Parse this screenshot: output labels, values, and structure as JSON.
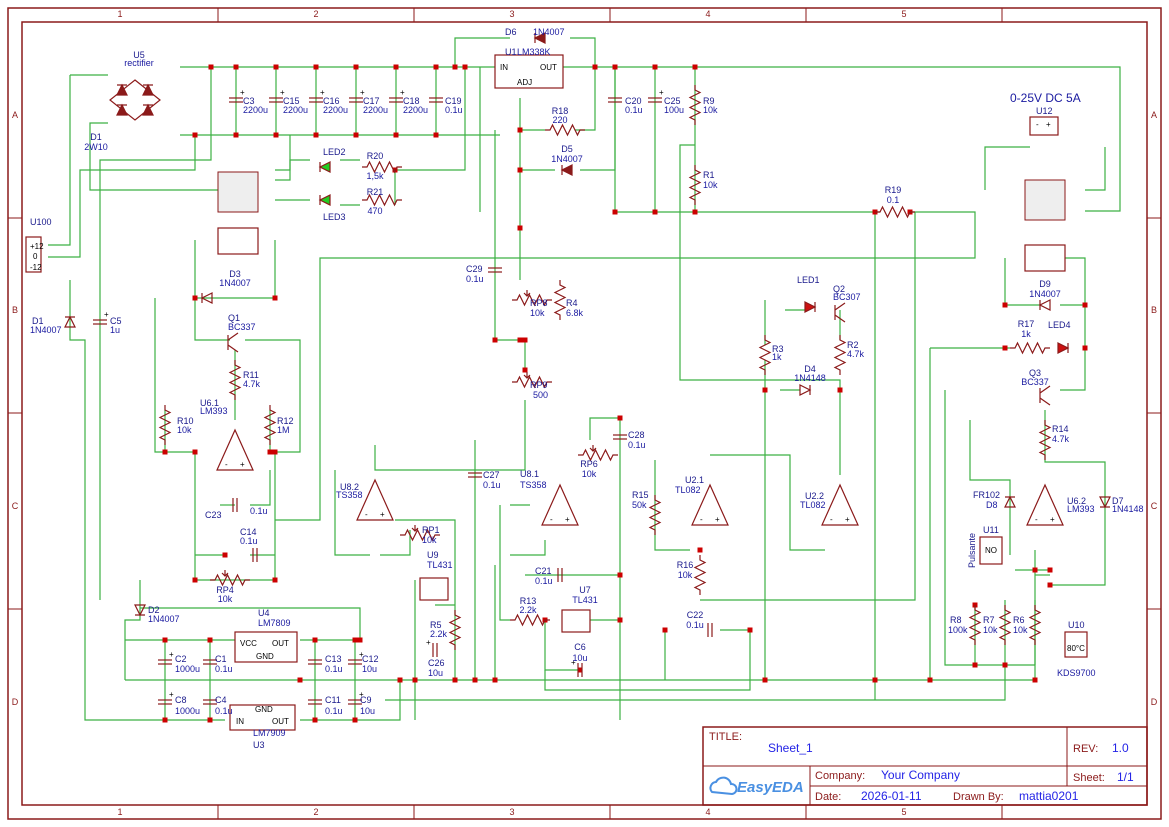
{
  "frame": {
    "columns": [
      "1",
      "2",
      "3",
      "4",
      "5"
    ],
    "rows": [
      "A",
      "B",
      "C",
      "D"
    ]
  },
  "title_block": {
    "title_key": "TITLE:",
    "title": "Sheet_1",
    "rev_key": "REV:",
    "rev": "1.0",
    "company_key": "Company:",
    "company": "Your Company",
    "sheet_key": "Sheet:",
    "sheet": "1/1",
    "date_key": "Date:",
    "date": "2026-01-11",
    "drawn_key": "Drawn By:",
    "drawn_by": "mattia0201",
    "logo_text": "EasyEDA"
  },
  "note": "0-25V DC 5A",
  "colors": {
    "wire": "#3cb043",
    "part": "#8b1a1a",
    "junction": "#cc0000",
    "text": "#1a1aa0",
    "led": "#22cc22"
  },
  "components": [
    {
      "ref": "U5",
      "value": "rectifier"
    },
    {
      "ref": "D1",
      "value": "2W10"
    },
    {
      "ref": "C3",
      "value": "2200u"
    },
    {
      "ref": "C15",
      "value": "2200u"
    },
    {
      "ref": "C16",
      "value": "2200u"
    },
    {
      "ref": "C17",
      "value": "2200u"
    },
    {
      "ref": "C18",
      "value": "2200u"
    },
    {
      "ref": "C19",
      "value": "0.1u"
    },
    {
      "ref": "D6",
      "value": "1N4007"
    },
    {
      "ref": "U1",
      "value": "LM338K"
    },
    {
      "ref": "R18",
      "value": "220"
    },
    {
      "ref": "D5",
      "value": "1N4007"
    },
    {
      "ref": "C20",
      "value": "0.1u"
    },
    {
      "ref": "C25",
      "value": "100u"
    },
    {
      "ref": "R9",
      "value": "10k"
    },
    {
      "ref": "R1",
      "value": "10k"
    },
    {
      "ref": "LED2",
      "value": ""
    },
    {
      "ref": "R20",
      "value": "1,5k"
    },
    {
      "ref": "R21",
      "value": "470"
    },
    {
      "ref": "LED3",
      "value": ""
    },
    {
      "ref": "U100",
      "value": ""
    },
    {
      "ref": "D1",
      "value": "1N4007"
    },
    {
      "ref": "C5",
      "value": "1u"
    },
    {
      "ref": "D3",
      "value": "1N4007"
    },
    {
      "ref": "Q1",
      "value": "BC337"
    },
    {
      "ref": "R11",
      "value": "4.7k"
    },
    {
      "ref": "U6.1",
      "value": "LM393"
    },
    {
      "ref": "R10",
      "value": "10k"
    },
    {
      "ref": "R12",
      "value": "1M"
    },
    {
      "ref": "C23",
      "value": "0.1u"
    },
    {
      "ref": "C14",
      "value": "0.1u"
    },
    {
      "ref": "RP4",
      "value": "10k"
    },
    {
      "ref": "U8.2",
      "value": "TS358"
    },
    {
      "ref": "RP1",
      "value": "10k"
    },
    {
      "ref": "U9",
      "value": "TL431"
    },
    {
      "ref": "R5",
      "value": "2.2k"
    },
    {
      "ref": "C26",
      "value": "10u"
    },
    {
      "ref": "C29",
      "value": "0.1u"
    },
    {
      "ref": "RP8",
      "value": "10k"
    },
    {
      "ref": "R4",
      "value": "6.8k"
    },
    {
      "ref": "RP9",
      "value": "500"
    },
    {
      "ref": "C27",
      "value": "0.1u"
    },
    {
      "ref": "U8.1",
      "value": "TS358"
    },
    {
      "ref": "RP6",
      "value": "10k"
    },
    {
      "ref": "C28",
      "value": "0.1u"
    },
    {
      "ref": "C21",
      "value": "0.1u"
    },
    {
      "ref": "R13",
      "value": "2.2k"
    },
    {
      "ref": "U7",
      "value": "TL431"
    },
    {
      "ref": "C6",
      "value": "10u"
    },
    {
      "ref": "LED1",
      "value": ""
    },
    {
      "ref": "Q2",
      "value": "BC307"
    },
    {
      "ref": "R3",
      "value": "1k"
    },
    {
      "ref": "R2",
      "value": "4.7k"
    },
    {
      "ref": "D4",
      "value": "1N4148"
    },
    {
      "ref": "U2.1",
      "value": "TL082"
    },
    {
      "ref": "R15",
      "value": "50k"
    },
    {
      "ref": "R16",
      "value": "10k"
    },
    {
      "ref": "C22",
      "value": "0.1u"
    },
    {
      "ref": "U2.2",
      "value": "TL082"
    },
    {
      "ref": "R19",
      "value": "0.1"
    },
    {
      "ref": "U12",
      "value": ""
    },
    {
      "ref": "D9",
      "value": "1N4007"
    },
    {
      "ref": "R17",
      "value": "1k"
    },
    {
      "ref": "LED4",
      "value": ""
    },
    {
      "ref": "Q3",
      "value": "BC337"
    },
    {
      "ref": "R14",
      "value": "4.7k"
    },
    {
      "ref": "FR102",
      "value": "D8"
    },
    {
      "ref": "U6.2",
      "value": "LM393"
    },
    {
      "ref": "D7",
      "value": "1N4148"
    },
    {
      "ref": "U11",
      "value": "Pulsante"
    },
    {
      "ref": "R8",
      "value": "100k"
    },
    {
      "ref": "R7",
      "value": "10k"
    },
    {
      "ref": "R6",
      "value": "10k"
    },
    {
      "ref": "U10",
      "value": "KDS9700"
    },
    {
      "ref": "D2",
      "value": "1N4007"
    },
    {
      "ref": "U4",
      "value": "LM7809"
    },
    {
      "ref": "C2",
      "value": "1000u"
    },
    {
      "ref": "C1",
      "value": "0.1u"
    },
    {
      "ref": "C8",
      "value": "1000u"
    },
    {
      "ref": "C4",
      "value": "0.1u"
    },
    {
      "ref": "U3",
      "value": "LM7909"
    },
    {
      "ref": "C13",
      "value": "0.1u"
    },
    {
      "ref": "C12",
      "value": "10u"
    },
    {
      "ref": "C11",
      "value": "0.1u"
    },
    {
      "ref": "C9",
      "value": "10u"
    }
  ],
  "pin_labels": {
    "u1_in": "IN",
    "u1_out": "OUT",
    "u1_adj": "ADJ",
    "u4_vcc": "VCC",
    "u4_out": "OUT",
    "u4_gnd": "GND",
    "u3_gnd": "GND",
    "u3_in": "IN",
    "u3_out": "OUT",
    "u11_no": "NO",
    "u10_temp": "80°C",
    "u100_p12": "+12",
    "u100_0": "0",
    "u100_m12": "-12",
    "u12_minus": "-",
    "u12_plus": "+"
  }
}
